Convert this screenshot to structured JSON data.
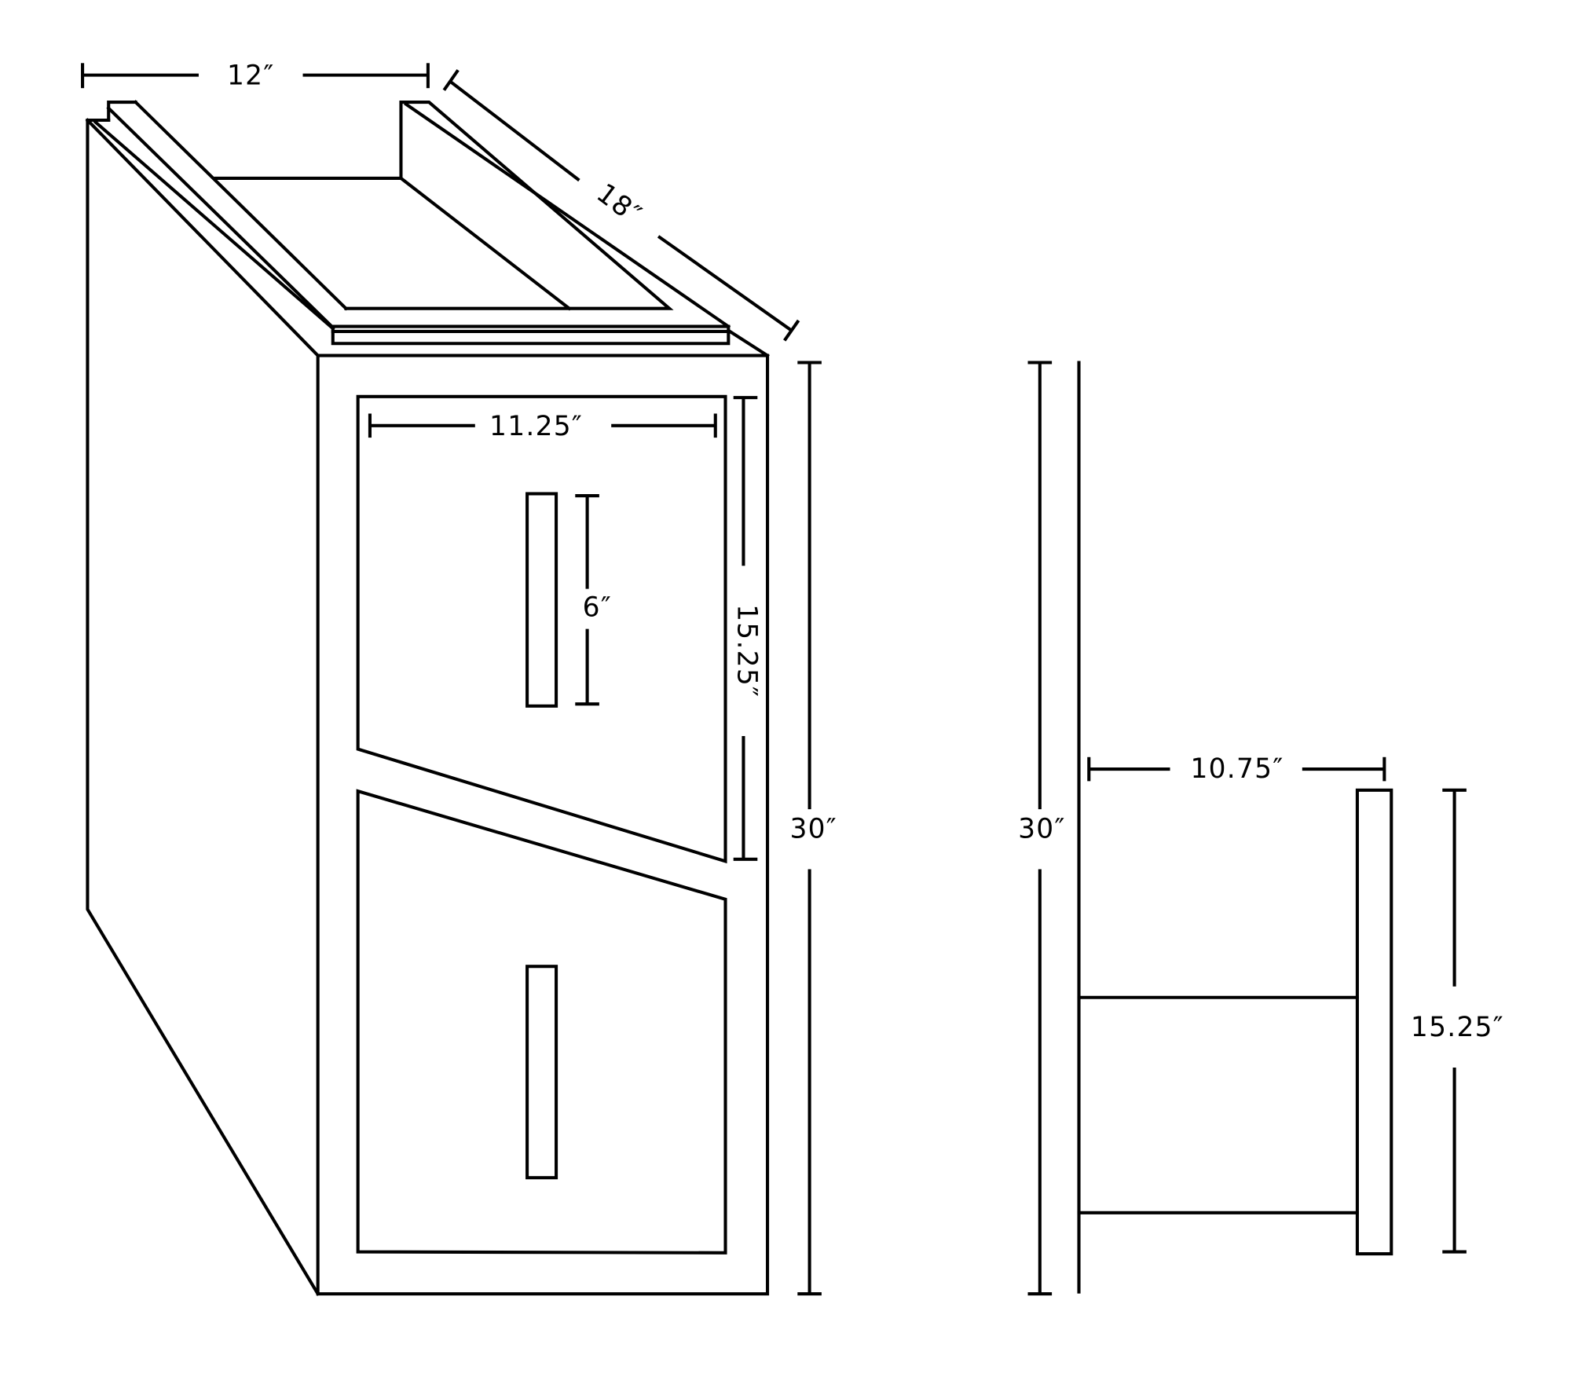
{
  "dimensions": {
    "top_width": "12″",
    "depth": "18″",
    "drawer_width": "11.25″",
    "handle_length": "6″",
    "drawer_height_front": "15.25″",
    "total_height_front": "30″",
    "total_height_side": "30″",
    "side_drawer_depth": "10.75″",
    "drawer_height_side": "15.25″"
  },
  "colors": {
    "line": "#000000",
    "background": "#ffffff"
  }
}
